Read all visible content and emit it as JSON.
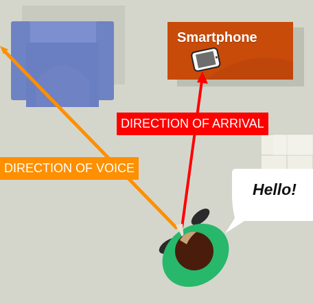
{
  "labels": {
    "smartphone": "Smartphone",
    "direction_of_arrival": "DIRECTION OF ARRIVAL",
    "direction_of_voice": "DIRECTION OF VOICE",
    "speech": "Hello!"
  },
  "colors": {
    "background": "#d5d6cb",
    "arrival_arrow": "#fe0000",
    "voice_arrow": "#fe8f00",
    "smartphone_box": "#c84b0a",
    "person_shirt": "#27b86b",
    "person_hair": "#4a1c0b",
    "chair": "#6e84c4"
  },
  "icons": [
    "armchair-icon",
    "smartphone-icon",
    "person-icon",
    "speech-bubble-icon",
    "window-icon"
  ]
}
